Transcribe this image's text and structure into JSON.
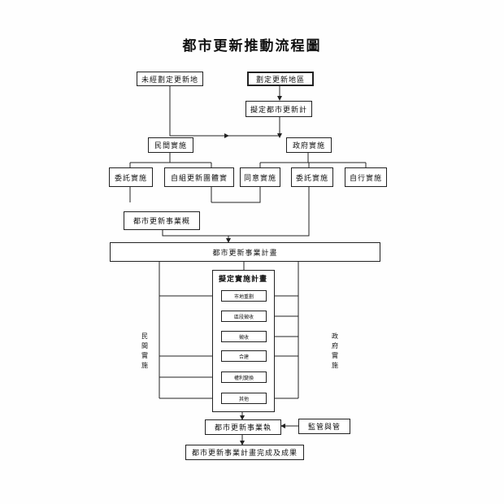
{
  "title": "都市更新推動流程圖",
  "nodes": {
    "unplanned": "未經劃定更新地",
    "designated": "劃定更新地區",
    "draft_plan": "擬定都市更新計",
    "private_impl": "民間實施",
    "gov_impl": "政府實施",
    "commission_private": "委託實施",
    "self_org": "自組更新團體實",
    "consent": "同意實施",
    "commission_gov": "委託實施",
    "self_impl": "自行實施",
    "summary": "都市更新事業概",
    "business_plan": "都市更新事業計畫",
    "draft_impl_plan": "擬定實施計畫",
    "redistricting": "市地重劃",
    "zone_expropriation": "區段徵收",
    "expropriation": "徵收",
    "joint_construction": "合建",
    "rights_conversion": "權利變換",
    "other": "其他",
    "execution": "都市更新事業執",
    "supervision": "監管與管",
    "completion": "都市更新事業計畫完成及成果"
  },
  "side_labels": {
    "left": "民間實施",
    "right": "政府實施"
  }
}
